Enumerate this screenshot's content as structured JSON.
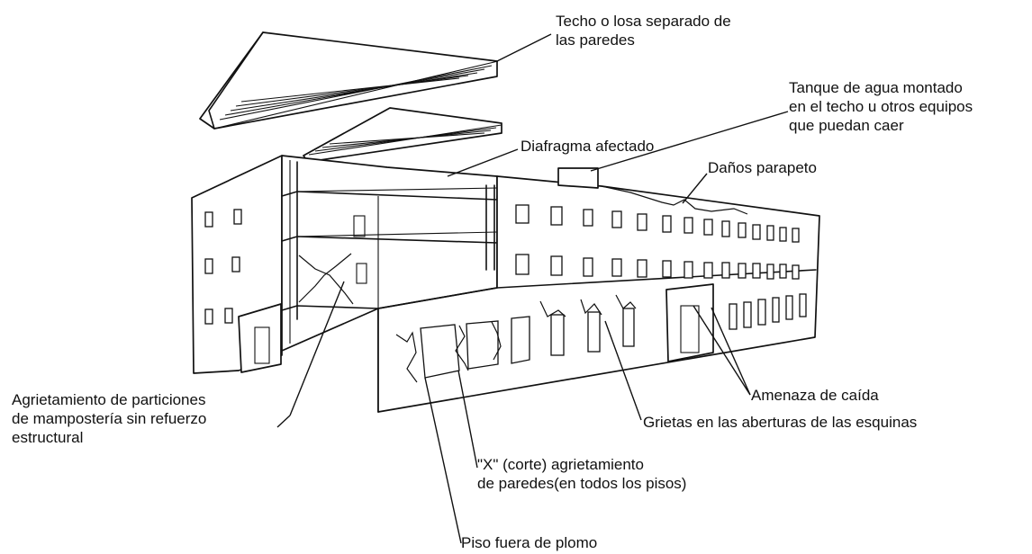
{
  "labels": {
    "roof_separated": [
      "Techo o losa separado de",
      "las paredes"
    ],
    "diaphragm": [
      "Diafragma afectado"
    ],
    "water_tank": [
      "Tanque de agua montado",
      "en el techo u otros equipos",
      "que puedan caer"
    ],
    "parapet": [
      "Daños parapeto"
    ],
    "masonry_partitions": [
      "Agrietamiento de particiones",
      "de mampostería sin refuerzo",
      "estructural"
    ],
    "falling_hazard": [
      "Amenaza de caída"
    ],
    "corner_cracks": [
      "Grietas en las aberturas de las esquinas"
    ],
    "x_shear": [
      "\"X\" (corte) agrietamiento",
      "de paredes(en todos los pisos)"
    ],
    "out_of_plumb": [
      "Piso fuera de plomo"
    ]
  },
  "colors": {
    "line": "#111111",
    "background": "#ffffff"
  }
}
